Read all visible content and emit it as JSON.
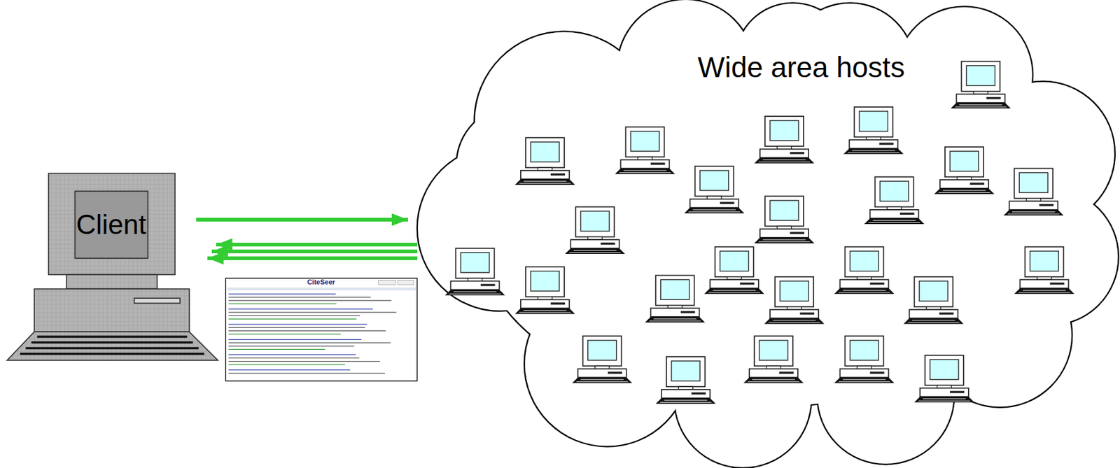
{
  "diagram": {
    "nodes": [
      {
        "text": [
          "Client"
        ]
      },
      {
        "text": [
          "Wide area hosts"
        ]
      }
    ],
    "edges": [
      {
        "from": 0,
        "to": 1,
        "arrow": "to"
      },
      {
        "from": 1,
        "to": 0,
        "arrow": "to"
      },
      {
        "from": 1,
        "to": 0,
        "arrow": "to"
      },
      {
        "from": 1,
        "to": 0,
        "arrow": "to"
      }
    ],
    "labels": [
      "CiteSeer"
    ]
  }
}
